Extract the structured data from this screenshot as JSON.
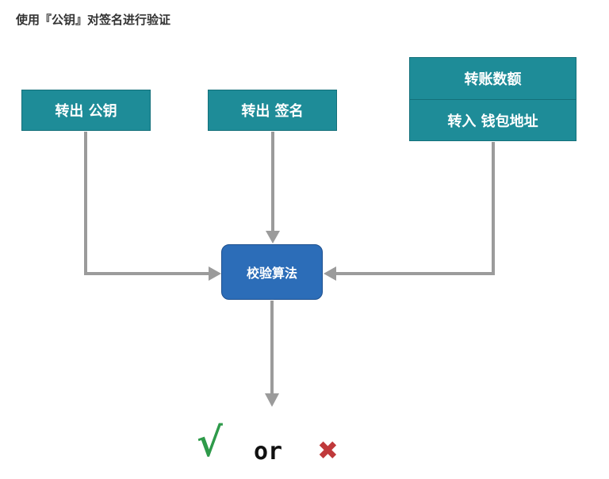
{
  "title": "使用『公钥』对签名进行验证",
  "nodes": {
    "public_key": "转出 公钥",
    "signature": "转出 签名",
    "amount": "转账数额",
    "address": "转入 钱包地址",
    "algorithm": "校验算法"
  },
  "result": {
    "valid": "√",
    "or": "or",
    "invalid": "✖"
  },
  "colors": {
    "box": "#1e8c98",
    "algorithm": "#2c6db8",
    "arrow": "#9b9b9b",
    "valid": "#2e9a4a",
    "invalid": "#c0393b"
  }
}
